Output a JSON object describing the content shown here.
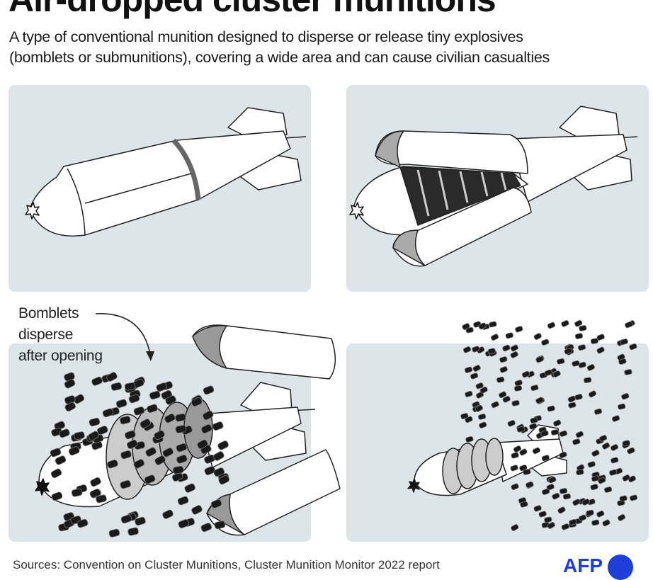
{
  "title": "Air-dropped cluster munitions",
  "subtitle": {
    "line1": "A type of conventional munition designed to disperse or release tiny explosives",
    "line2": "(bomblets or submunitions), covering a wide area and can cause civilian casualties"
  },
  "panels": [
    {
      "stage": "closed-bomb"
    },
    {
      "stage": "casing-opening"
    },
    {
      "stage": "bomblets-dispersing"
    },
    {
      "stage": "bomblets-scattered"
    }
  ],
  "annotation": {
    "line1": "Bomblets",
    "line2": "disperse",
    "line3": "after opening"
  },
  "footer": {
    "sources": "Sources: Convention on Cluster Munitions, Cluster Munition Monitor 2022 report"
  },
  "logo": {
    "text": "AFP"
  },
  "colors": {
    "panel": "#dde5e8",
    "bomblet": "#1a1a1a",
    "casing_inner": "#aaaaaa",
    "logo": "#1d3fd8"
  }
}
